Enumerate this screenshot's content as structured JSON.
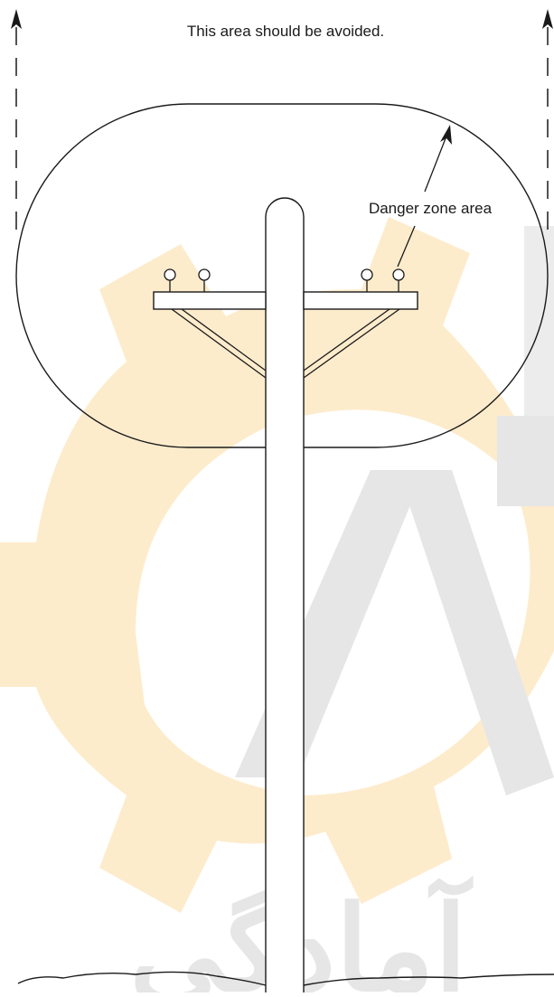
{
  "labels": {
    "avoid_note": "This area should be avoided.",
    "danger_zone": "Danger zone area"
  },
  "watermark": {
    "description_colors": {
      "gear": "#fdeccc",
      "logo": "#e4e4e4"
    },
    "text": "آمادگی"
  },
  "colors": {
    "line": "#1a1a1a",
    "background": "#ffffff"
  }
}
